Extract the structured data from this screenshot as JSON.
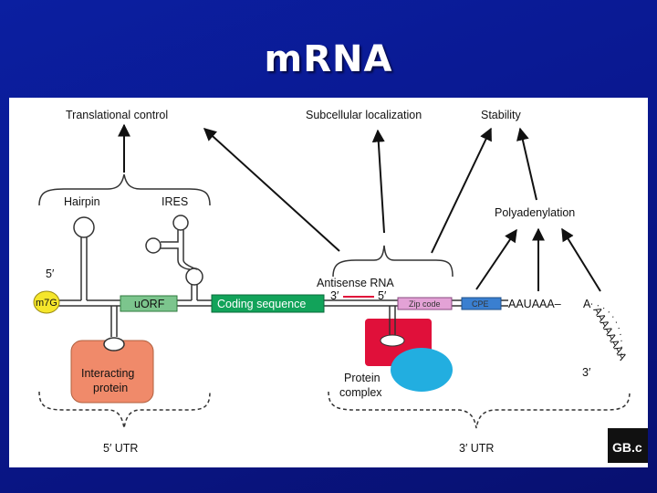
{
  "title": "mRNA",
  "diagram": {
    "labels": {
      "translational_control": "Translational control",
      "subcellular_localization": "Subcellular localization",
      "stability": "Stability",
      "hairpin": "Hairpin",
      "ires": "IRES",
      "polyadenylation": "Polyadenylation",
      "antisense_rna": "Antisense RNA",
      "three_prime_a": "3′",
      "five_prime_a": "5′",
      "five_prime_cap": "5′",
      "cap": "m7G",
      "uorf": "uORF",
      "coding_sequence": "Coding sequence",
      "zip_code": "Zip code",
      "cpe": "CPE",
      "aauaaa": "AAUAAA–",
      "poly_a": "AAAAAAAA",
      "three_prime_tail": "3′",
      "interacting_protein_1": "Interacting",
      "interacting_protein_2": "protein",
      "protein_complex_1": "Protein",
      "protein_complex_2": "complex",
      "utr5": "5′ UTR",
      "utr3": "3′ UTR",
      "logo": "GB.c"
    },
    "colors": {
      "cap": "#f5e62b",
      "uorf": "#7cc58d",
      "coding": "#12a35a",
      "interacting": "#f08a6a",
      "protein_red": "#e0103a",
      "protein_blue": "#22aee0",
      "zipcode": "#e3a2d6",
      "cpe": "#3a7fd0"
    }
  }
}
